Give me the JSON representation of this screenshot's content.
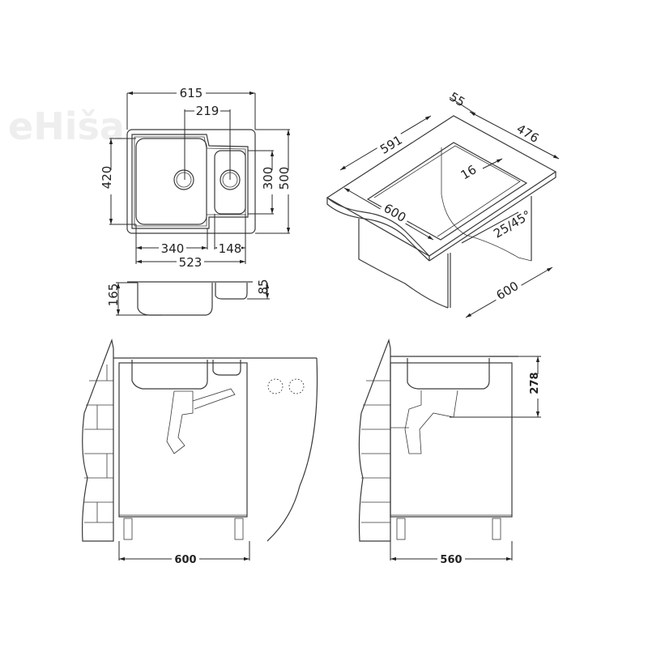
{
  "watermark": "eHiša",
  "top_view": {
    "overall_width": "615",
    "bowl_centers": "219",
    "big_bowl_depth": "420",
    "small_bowl_depth": "300",
    "overall_depth": "500",
    "big_bowl_width": "340",
    "small_bowl_width": "148",
    "bowls_total": "523"
  },
  "section_view": {
    "big_depth": "165",
    "small_depth": "85"
  },
  "iso_view": {
    "rim": "55",
    "cutout_width": "591",
    "cutout_depth": "476",
    "edge": "16",
    "counter_depth": "600",
    "edge_radius": "25/45°",
    "cabinet_width": "600"
  },
  "front_view": {
    "cabinet_width": "600"
  },
  "side_view": {
    "height": "278",
    "cabinet_depth": "560"
  }
}
